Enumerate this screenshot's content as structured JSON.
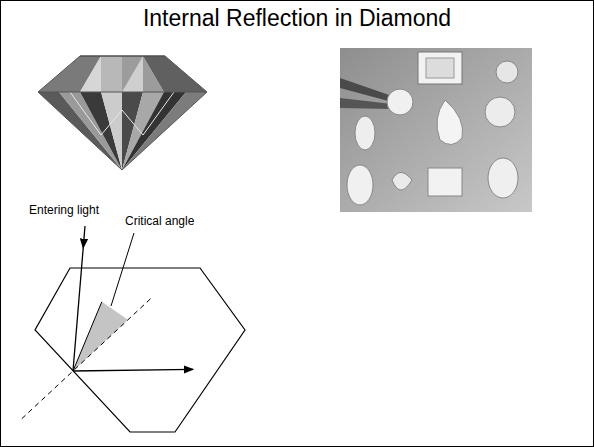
{
  "diagram": {
    "title": "Internal Reflection in Diamond",
    "labels": [
      "Entering light",
      "Critical angle"
    ]
  }
}
